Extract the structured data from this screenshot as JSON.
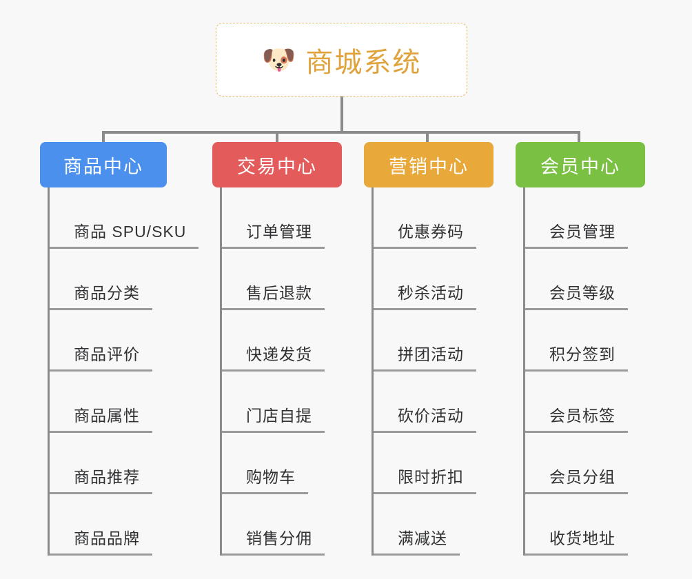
{
  "background_color": "#f8f8f8",
  "root": {
    "icon": "dog-face-emoji",
    "emoji": "🐶",
    "title": "商城系统",
    "title_color": "#e0a33c",
    "border_color": "#e8b964"
  },
  "connector_color": "#8b8b8b",
  "branches": [
    {
      "label": "商品中心",
      "color": "#4a90ec",
      "items": [
        "商品 SPU/SKU",
        "商品分类",
        "商品评价",
        "商品属性",
        "商品推荐",
        "商品品牌"
      ]
    },
    {
      "label": "交易中心",
      "color": "#e35b5b",
      "items": [
        "订单管理",
        "售后退款",
        "快递发货",
        "门店自提",
        "购物车",
        "销售分佣"
      ]
    },
    {
      "label": "营销中心",
      "color": "#e8a83a",
      "items": [
        "优惠券码",
        "秒杀活动",
        "拼团活动",
        "砍价活动",
        "限时折扣",
        "满减送"
      ]
    },
    {
      "label": "会员中心",
      "color": "#7ac143",
      "items": [
        "会员管理",
        "会员等级",
        "积分签到",
        "会员标签",
        "会员分组",
        "收货地址"
      ]
    }
  ]
}
